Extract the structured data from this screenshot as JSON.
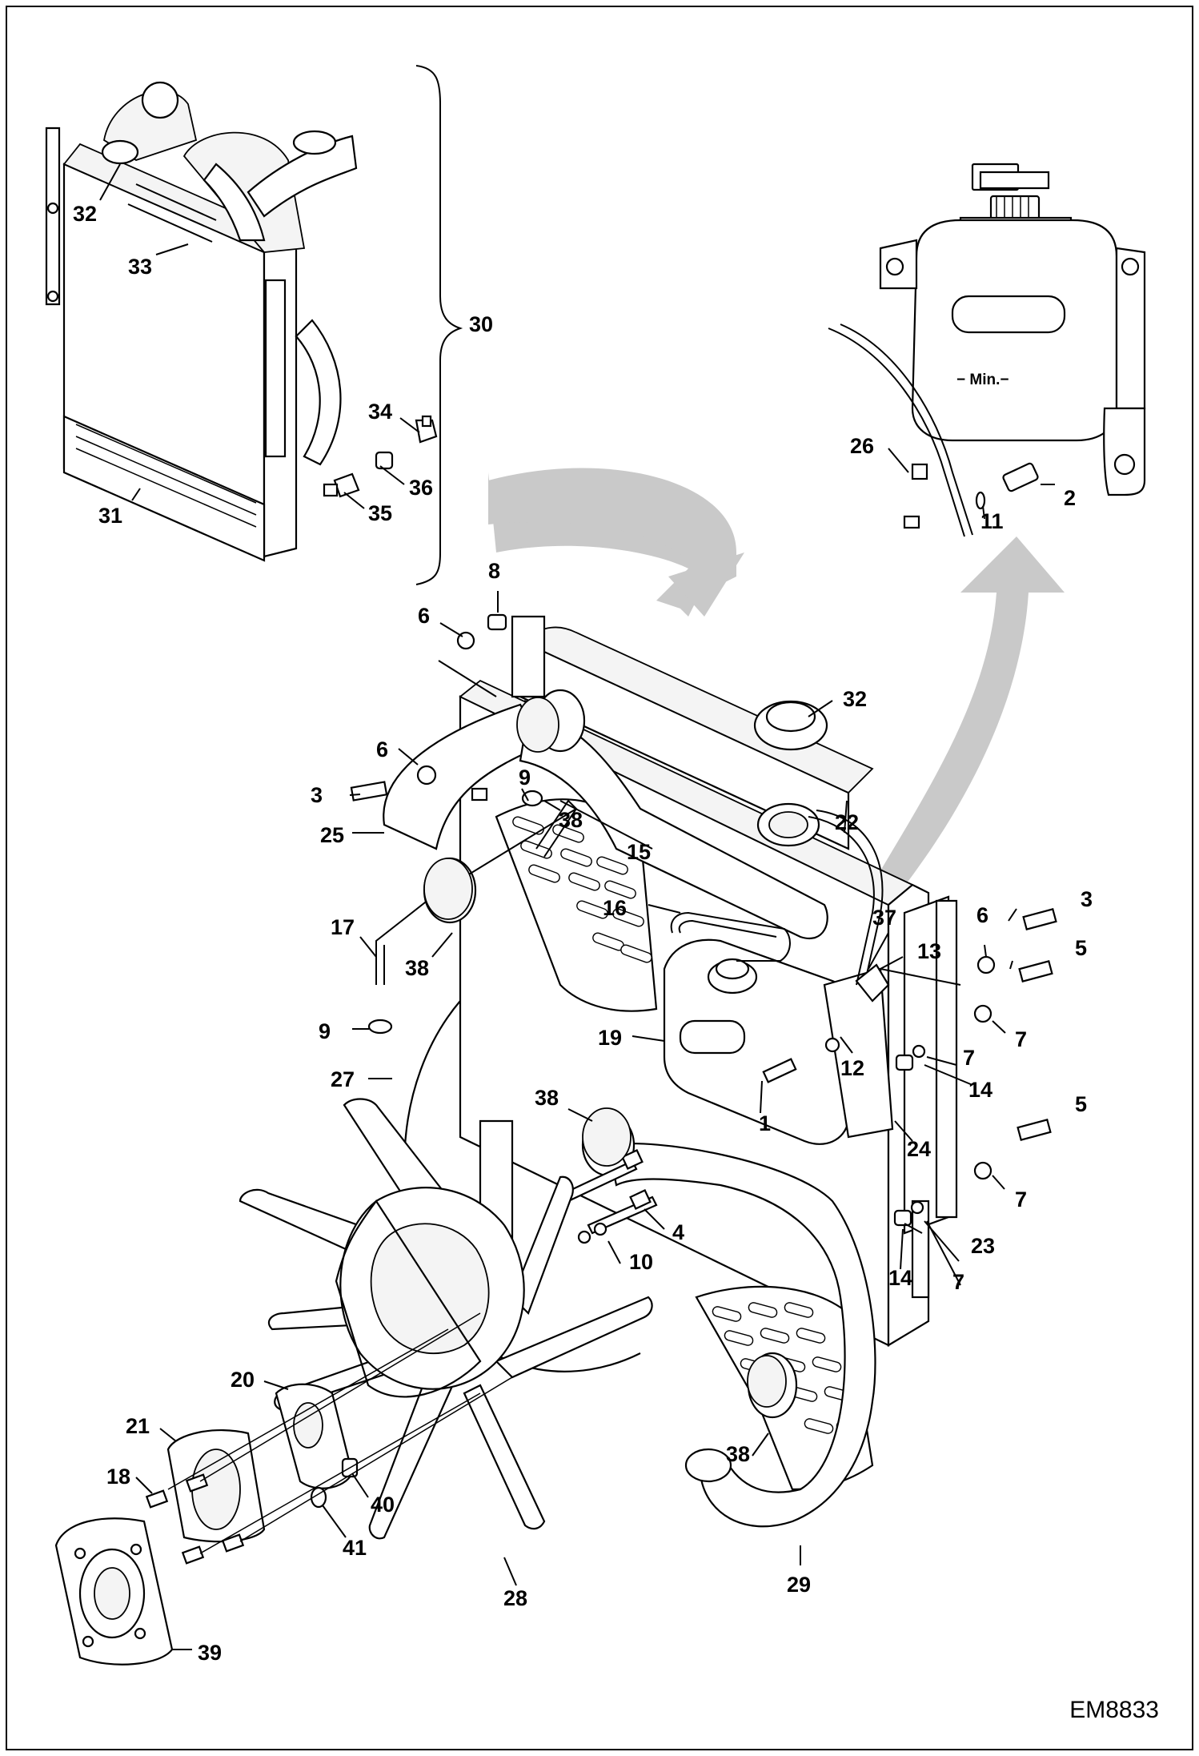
{
  "drawing_code": "EM8833",
  "tank_marking": "− Min.−",
  "callouts": [
    {
      "id": "c-30",
      "text": "30"
    },
    {
      "id": "c-32a",
      "text": "32"
    },
    {
      "id": "c-33",
      "text": "33"
    },
    {
      "id": "c-31",
      "text": "31"
    },
    {
      "id": "c-34",
      "text": "34"
    },
    {
      "id": "c-36",
      "text": "36"
    },
    {
      "id": "c-35",
      "text": "35"
    },
    {
      "id": "c-26",
      "text": "26"
    },
    {
      "id": "c-2",
      "text": "2"
    },
    {
      "id": "c-11",
      "text": "11"
    },
    {
      "id": "c-8",
      "text": "8"
    },
    {
      "id": "c-6a",
      "text": "6"
    },
    {
      "id": "c-6b",
      "text": "6"
    },
    {
      "id": "c-3a",
      "text": "3"
    },
    {
      "id": "c-9a",
      "text": "9"
    },
    {
      "id": "c-38a",
      "text": "38"
    },
    {
      "id": "c-15",
      "text": "15"
    },
    {
      "id": "c-25",
      "text": "25"
    },
    {
      "id": "c-16",
      "text": "16"
    },
    {
      "id": "c-17",
      "text": "17"
    },
    {
      "id": "c-38b",
      "text": "38"
    },
    {
      "id": "c-9b",
      "text": "9"
    },
    {
      "id": "c-19",
      "text": "19"
    },
    {
      "id": "c-27",
      "text": "27"
    },
    {
      "id": "c-38c",
      "text": "38"
    },
    {
      "id": "c-1",
      "text": "1"
    },
    {
      "id": "c-32b",
      "text": "32"
    },
    {
      "id": "c-22",
      "text": "22"
    },
    {
      "id": "c-37",
      "text": "37"
    },
    {
      "id": "c-13",
      "text": "13"
    },
    {
      "id": "c-12",
      "text": "12"
    },
    {
      "id": "c-6c",
      "text": "6"
    },
    {
      "id": "c-3b",
      "text": "3"
    },
    {
      "id": "c-5a",
      "text": "5"
    },
    {
      "id": "c-7a",
      "text": "7"
    },
    {
      "id": "c-7b",
      "text": "7"
    },
    {
      "id": "c-14a",
      "text": "14"
    },
    {
      "id": "c-24",
      "text": "24"
    },
    {
      "id": "c-5b",
      "text": "5"
    },
    {
      "id": "c-7c",
      "text": "7"
    },
    {
      "id": "c-23",
      "text": "23"
    },
    {
      "id": "c-7d",
      "text": "7"
    },
    {
      "id": "c-14b",
      "text": "14"
    },
    {
      "id": "c-4",
      "text": "4"
    },
    {
      "id": "c-10",
      "text": "10"
    },
    {
      "id": "c-20",
      "text": "20"
    },
    {
      "id": "c-21",
      "text": "21"
    },
    {
      "id": "c-18",
      "text": "18"
    },
    {
      "id": "c-40",
      "text": "40"
    },
    {
      "id": "c-41",
      "text": "41"
    },
    {
      "id": "c-28",
      "text": "28"
    },
    {
      "id": "c-29",
      "text": "29"
    },
    {
      "id": "c-38d",
      "text": "38"
    },
    {
      "id": "c-39",
      "text": "39"
    }
  ]
}
